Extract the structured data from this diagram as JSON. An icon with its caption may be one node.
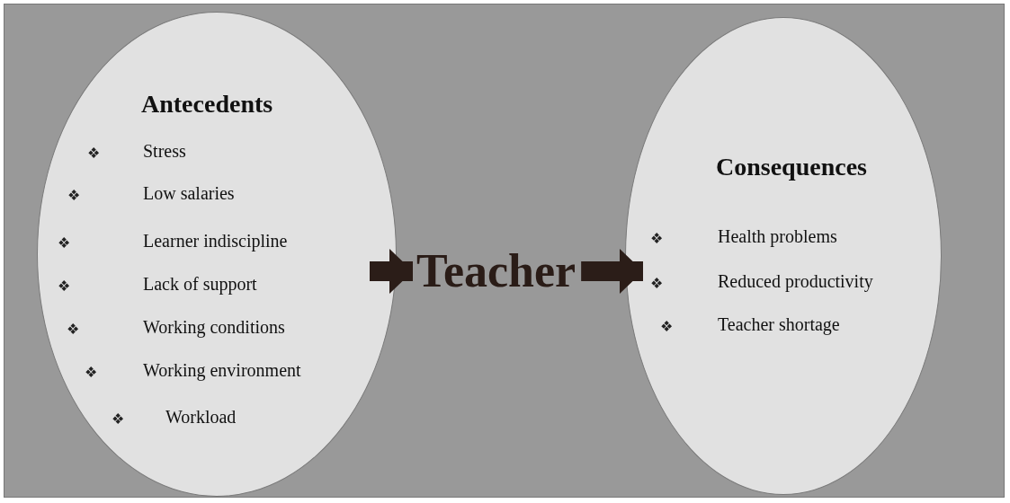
{
  "diagram": {
    "nodes": [
      {
        "text": [
          "Antecedents",
          "Stress",
          "Low salaries",
          "Learner indiscipline",
          "Lack of support",
          "Working conditions",
          "Working environment",
          "Workload"
        ]
      },
      {
        "text": [
          "Teacher"
        ]
      },
      {
        "text": [
          "Consequences",
          "Health problems",
          "Reduced productivity",
          "Teacher shortage"
        ]
      }
    ],
    "edges": [
      {
        "from": 0,
        "to": 1,
        "arrow": "to"
      },
      {
        "from": 1,
        "to": 2,
        "arrow": "to"
      }
    ],
    "labels": [
      "❖",
      "❖",
      "❖",
      "❖",
      "❖",
      "❖",
      "❖",
      "❖",
      "❖",
      "❖"
    ]
  }
}
